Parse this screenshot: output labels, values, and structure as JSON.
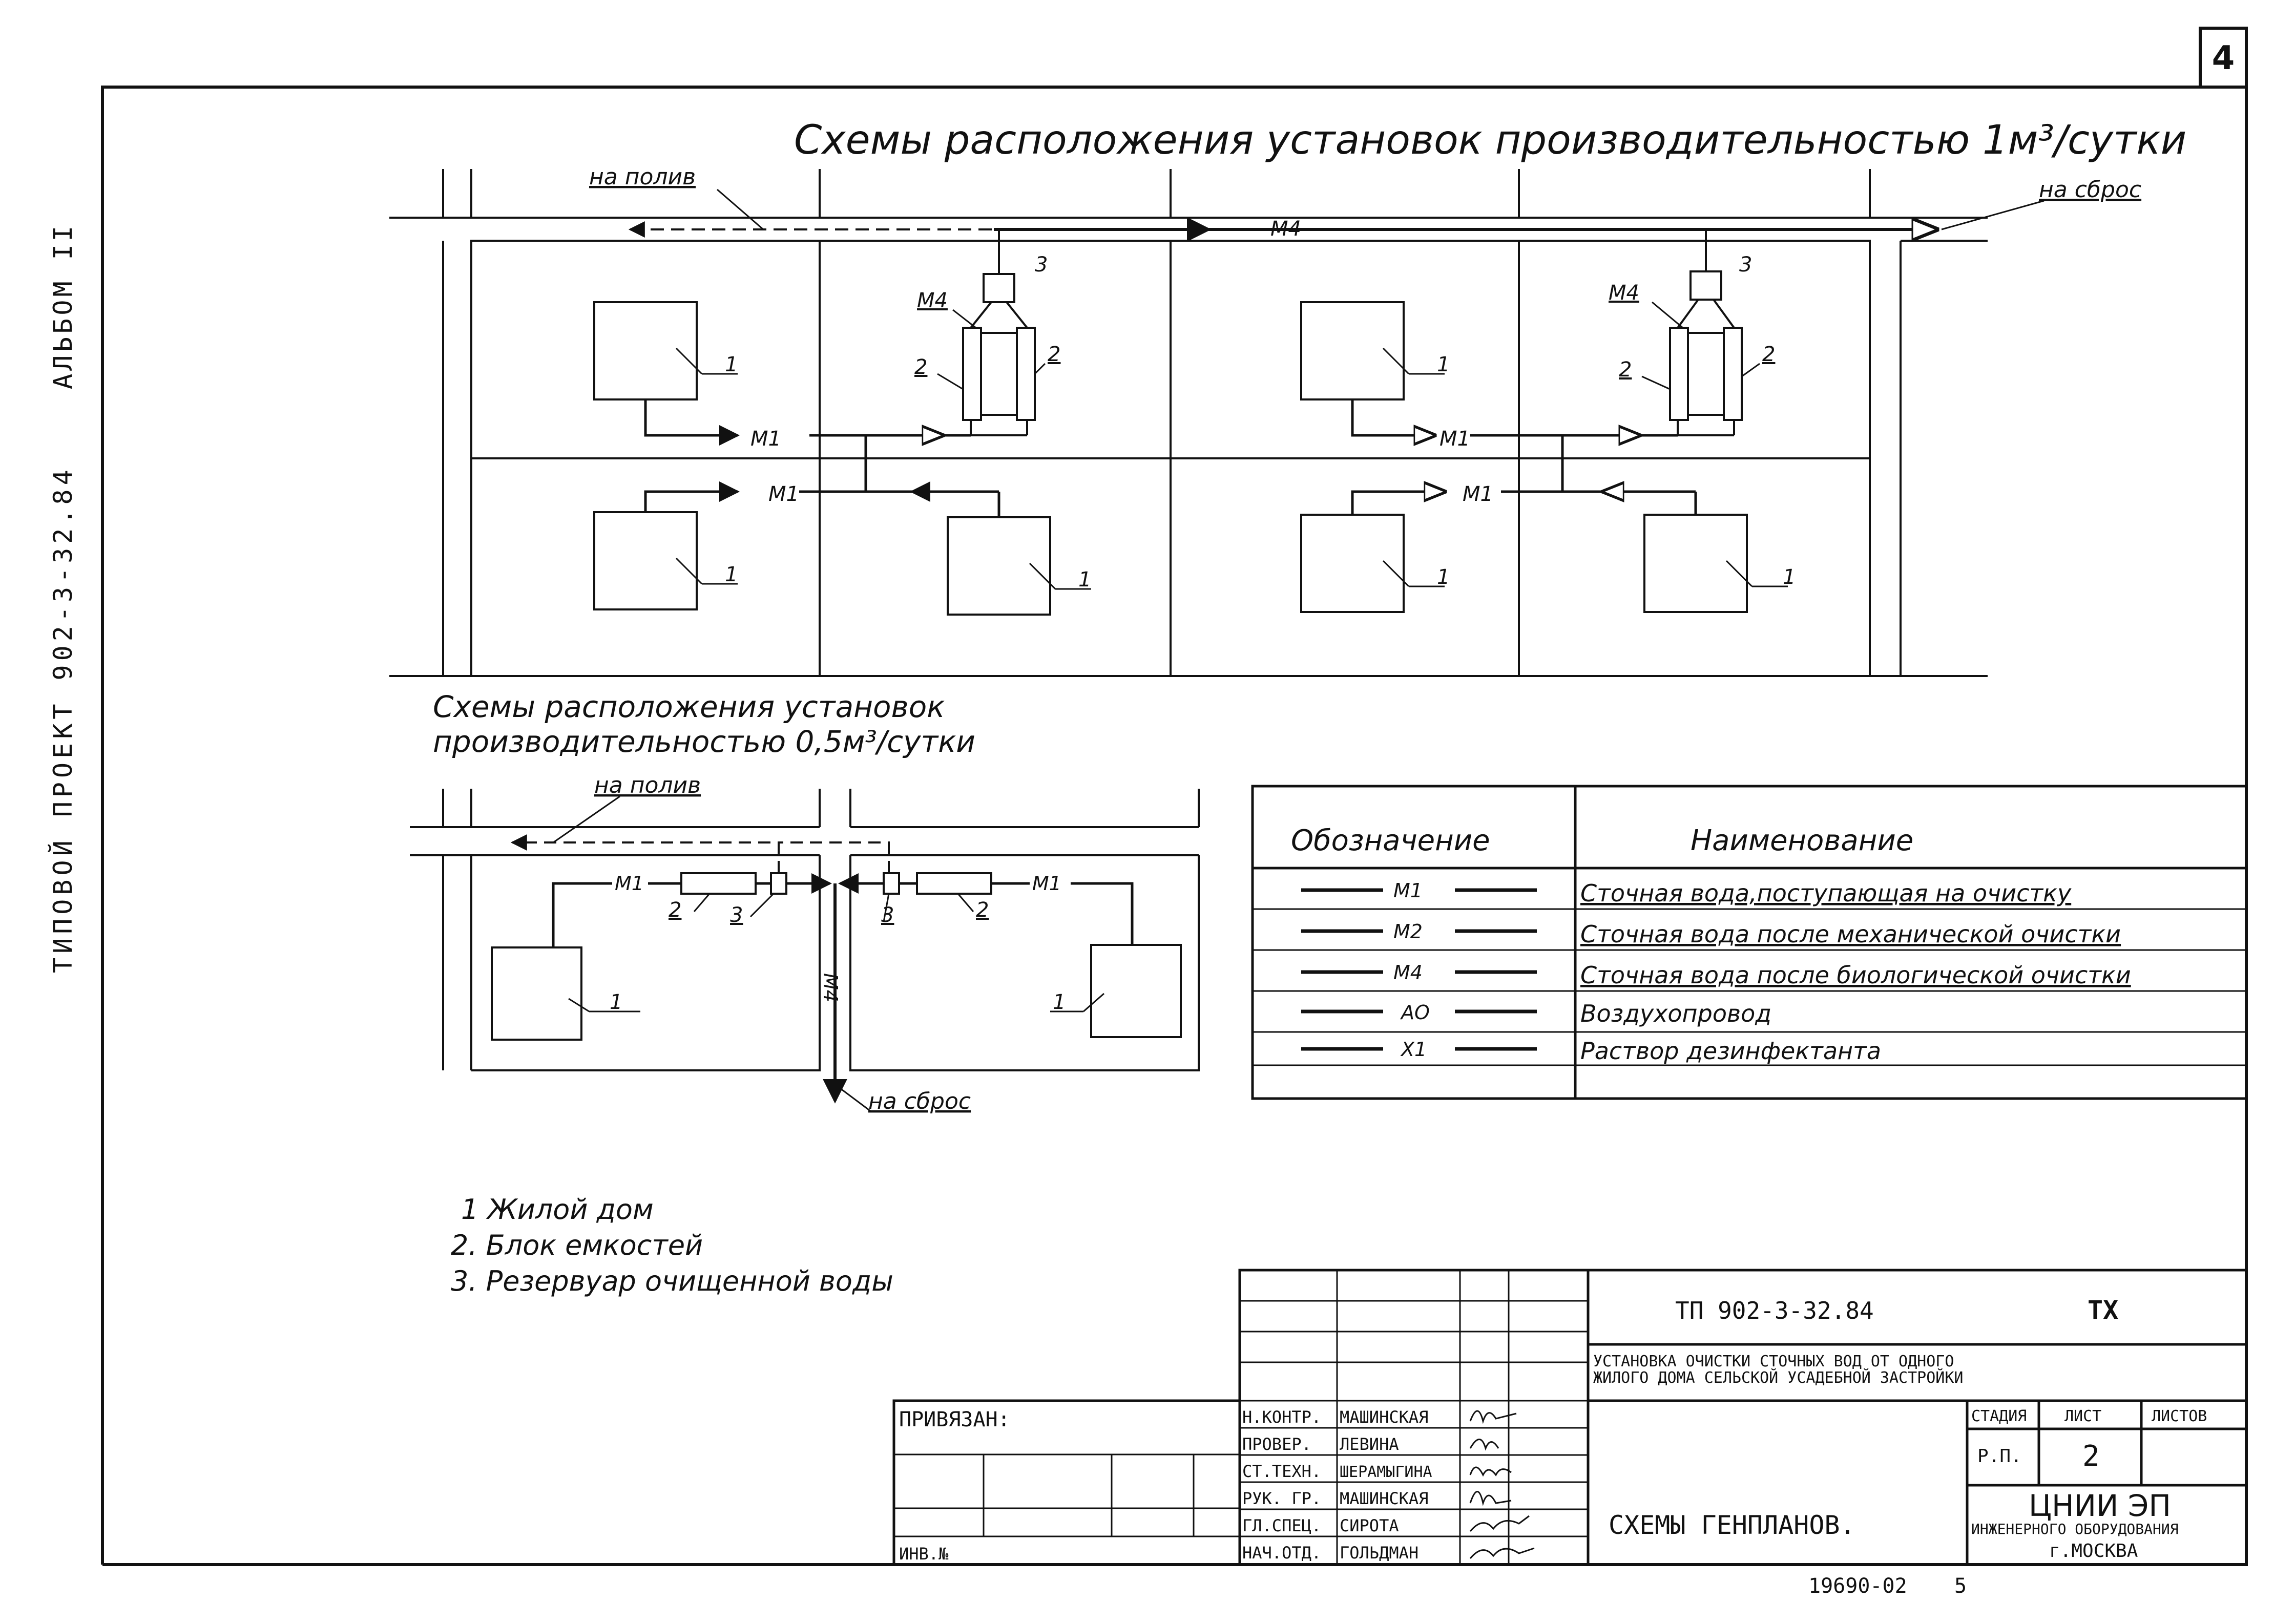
{
  "page_number": "4",
  "side_labels": {
    "album": "АЛЬБОМ II",
    "project": "ТИПОВОЙ ПРОЕКТ 902-3-32.84"
  },
  "top_scheme": {
    "title": "Схемы расположения установок производительностью 1м³/сутки",
    "label_watering": "на полив",
    "label_discharge": "на сброс",
    "pipe_m4": "М4",
    "pipe_m1": "М1",
    "num_1": "1",
    "num_2": "2",
    "num_3": "3"
  },
  "bottom_scheme": {
    "title_line1": "Схемы расположения установок",
    "title_line2": "производительностью 0,5м³/сутки",
    "label_watering": "на полив",
    "label_discharge": "на сброс",
    "pipe_m1": "М1",
    "pipe_m4": "М4",
    "num_1": "1",
    "num_2": "2",
    "num_3": "3"
  },
  "legend": {
    "col_designation": "Обозначение",
    "col_name": "Наименование",
    "rows": [
      {
        "code": "М1",
        "name": "Сточная вода,поступающая на очистку"
      },
      {
        "code": "М2",
        "name": "Сточная вода после механической очистки"
      },
      {
        "code": "М4",
        "name": "Сточная вода после биологической очистки"
      },
      {
        "code": "АО",
        "name": "Воздухопровод"
      },
      {
        "code": "Х1",
        "name": "Раствор дезинфектанта"
      }
    ]
  },
  "notes": [
    "1 Жилой дом",
    "2. Блок емкостей",
    "3. Резервуар очищенной воды"
  ],
  "title_block": {
    "doc_code": "ТП 902-3-32.84",
    "doc_mark": "ТХ",
    "description_line1": "УСТАНОВКА ОЧИСТКИ СТОЧНЫХ ВОД ОТ ОДНОГО",
    "description_line2": "ЖИЛОГО ДОМА СЕЛЬСКОЙ УСАДЕБНОЙ ЗАСТРОЙКИ",
    "bound_label": "ПРИВЯЗАН:",
    "inv_label": "ИНВ.№",
    "roles": [
      {
        "role": "Н.КОНТР.",
        "name": "МАШИНСКАЯ"
      },
      {
        "role": "ПРОВЕР.",
        "name": "ЛЕВИНА"
      },
      {
        "role": "СТ.ТЕХН.",
        "name": "ШЕРАМЫГИНА"
      },
      {
        "role": "РУК. ГР.",
        "name": "МАШИНСКАЯ"
      },
      {
        "role": "ГЛ.СПЕЦ.",
        "name": "СИРОТА"
      },
      {
        "role": "НАЧ.ОТД.",
        "name": "ГОЛЬДМАН"
      }
    ],
    "sheet_title": "СХЕМЫ ГЕНПЛАНОВ.",
    "stage_header": "СТАДИЯ",
    "sheet_header": "ЛИСТ",
    "sheets_header": "ЛИСТОВ",
    "stage_value": "Р.П.",
    "sheet_value": "2",
    "org_name": "ЦНИИ ЭП",
    "org_dept": "ИНЖЕНЕРНОГО ОБОРУДОВАНИЯ",
    "org_city": "г.МОСКВА"
  },
  "footer_code": "19690-02",
  "footer_page": "5"
}
